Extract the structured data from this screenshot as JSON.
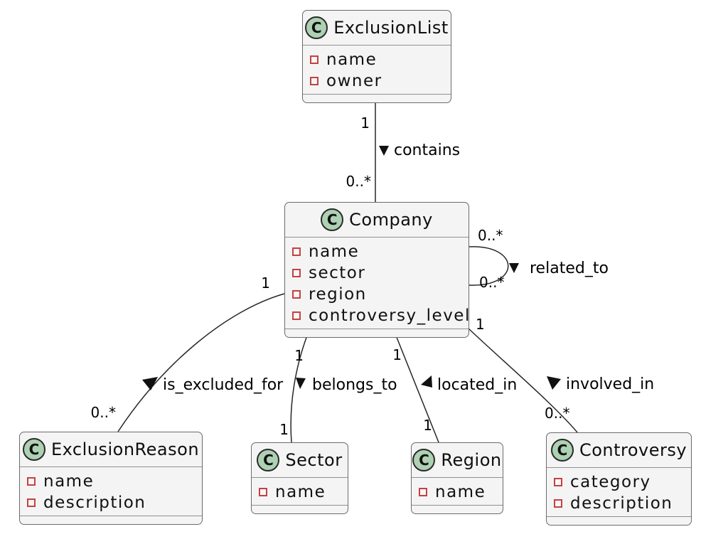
{
  "palette": {
    "background": "#ffffff",
    "class_fill": "#f4f4f4",
    "class_border": "#6b6b6b",
    "stereotype_circle_fill": "#ADD1B2",
    "stereotype_circle_border": "#2a2a2a",
    "field_icon_color": "#c04343",
    "edge_color": "#262626",
    "text_color": "#111111"
  },
  "classes": [
    {
      "name": "ExclusionList",
      "stereotype_letter": "C",
      "attributes": [
        "name",
        "owner"
      ]
    },
    {
      "name": "Company",
      "stereotype_letter": "C",
      "attributes": [
        "name",
        "sector",
        "region",
        "controversy_level"
      ]
    },
    {
      "name": "ExclusionReason",
      "stereotype_letter": "C",
      "attributes": [
        "name",
        "description"
      ]
    },
    {
      "name": "Sector",
      "stereotype_letter": "C",
      "attributes": [
        "name"
      ]
    },
    {
      "name": "Region",
      "stereotype_letter": "C",
      "attributes": [
        "name"
      ]
    },
    {
      "name": "Controversy",
      "stereotype_letter": "C",
      "attributes": [
        "category",
        "description"
      ]
    }
  ],
  "relations": [
    {
      "from": "ExclusionList",
      "to": "Company",
      "label": "contains",
      "arrow_direction": "down",
      "from_multiplicity": "1",
      "to_multiplicity": "0..*"
    },
    {
      "from": "Company",
      "to": "Company",
      "label": "related_to",
      "arrow_direction": "down",
      "from_multiplicity": "0..*",
      "to_multiplicity": "0..*"
    },
    {
      "from": "Company",
      "to": "ExclusionReason",
      "label": "is_excluded_for",
      "arrow_direction": "up-right",
      "from_multiplicity": "1",
      "to_multiplicity": "0..*"
    },
    {
      "from": "Company",
      "to": "Sector",
      "label": "belongs_to",
      "arrow_direction": "down",
      "from_multiplicity": "1",
      "to_multiplicity": "1"
    },
    {
      "from": "Company",
      "to": "Region",
      "label": "located_in",
      "arrow_direction": "left",
      "from_multiplicity": "1",
      "to_multiplicity": "1"
    },
    {
      "from": "Company",
      "to": "Controversy",
      "label": "involved_in",
      "arrow_direction": "up-left",
      "from_multiplicity": "1",
      "to_multiplicity": "0..*"
    }
  ]
}
